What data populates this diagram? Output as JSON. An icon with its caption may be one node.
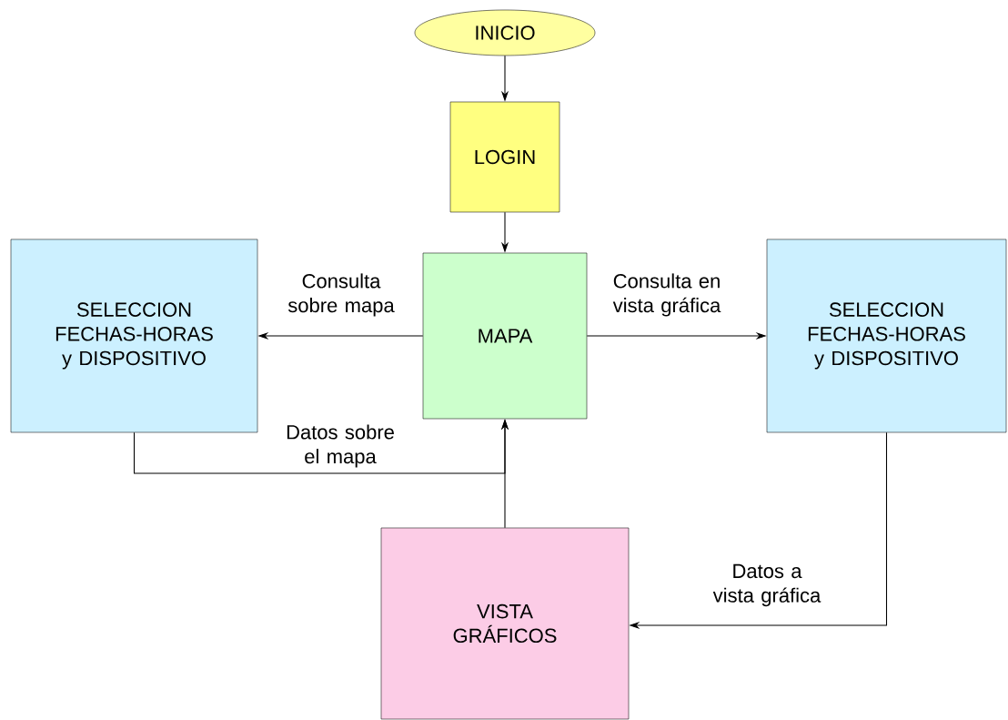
{
  "diagram": {
    "nodes": [
      {
        "text": [
          "INICIO"
        ]
      },
      {
        "text": [
          "LOGIN"
        ]
      },
      {
        "text": [
          "MAPA"
        ]
      },
      {
        "text": [
          "SELECCION FECHAS-HORAS y DISPOSITIVO"
        ]
      },
      {
        "text": [
          "SELECCION FECHAS-HORAS y DISPOSITIVO"
        ]
      },
      {
        "text": [
          "VISTA GRÁFICOS"
        ]
      }
    ],
    "edges": [
      {
        "from": 0,
        "to": 1,
        "arrow": "to"
      },
      {
        "from": 1,
        "to": 2,
        "arrow": "to"
      },
      {
        "from": 2,
        "to": 3,
        "arrow": "to",
        "label": "Consulta sobre mapa"
      },
      {
        "from": 2,
        "to": 4,
        "arrow": "to",
        "label": "Consulta en vista gráfica"
      },
      {
        "from": 3,
        "to": 2,
        "arrow": "to",
        "label": "Datos sobre el mapa"
      },
      {
        "from": 5,
        "to": 2,
        "arrow": "to"
      },
      {
        "from": 4,
        "to": 5,
        "arrow": "to",
        "label": "Datos a vista gráfica"
      }
    ]
  }
}
